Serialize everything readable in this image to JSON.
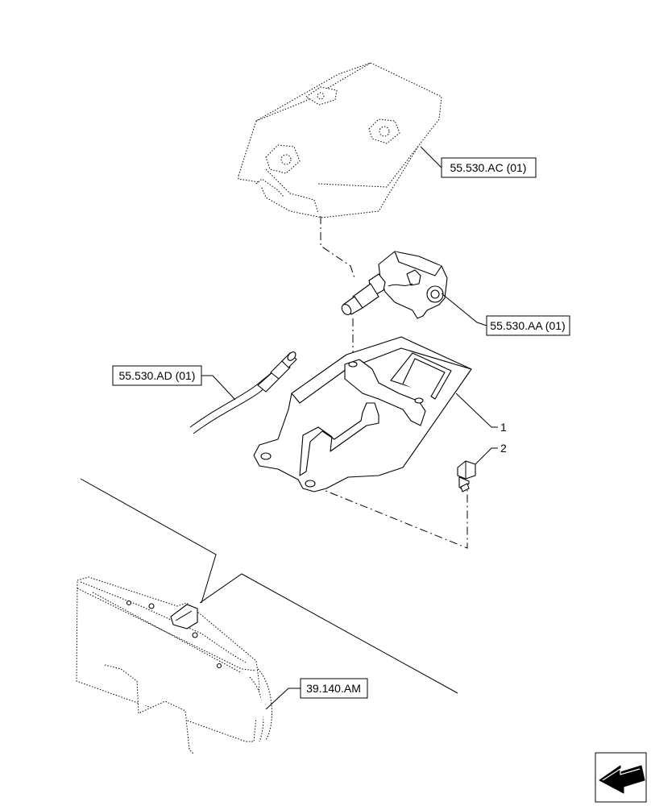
{
  "references": {
    "cover": "55.530.AC (01)",
    "camera": "55.530.AA (01)",
    "cable": "55.530.AD (01)",
    "cab": "39.140.AM"
  },
  "callouts": {
    "bracket": "1",
    "bolt": "2"
  },
  "icons": {
    "navigation": "view-direction-arrow-icon"
  }
}
